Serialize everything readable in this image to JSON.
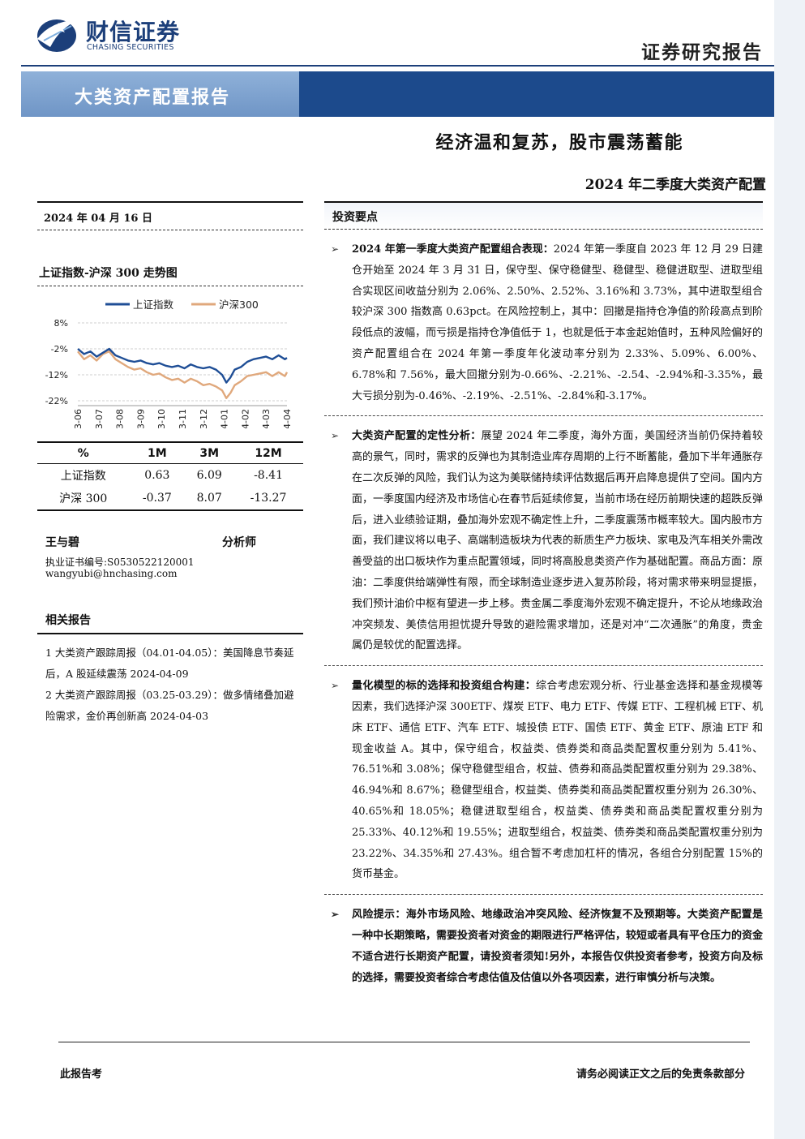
{
  "header": {
    "brand_cn": "财信证券",
    "brand_en": "CHASING SECURITIES",
    "report_type": "证券研究报告",
    "brand_color": "#1c3f7a"
  },
  "banner": {
    "text": "大类资产配置报告"
  },
  "titles": {
    "main": "经济温和复苏，股市震荡蓄能",
    "sub": "2024 年二季度大类资产配置"
  },
  "left": {
    "date": "2024 年 04 月 16 日",
    "chart_title": "上证指数-沪深 300 走势图",
    "table": {
      "headers": [
        "%",
        "1M",
        "3M",
        "12M"
      ],
      "rows": [
        [
          "上证指数",
          "0.63",
          "6.09",
          "-8.41"
        ],
        [
          "沪深 300",
          "-0.37",
          "8.07",
          "-13.27"
        ]
      ]
    },
    "analyst": {
      "name": "王与碧",
      "title": "分析师",
      "cert": "执业证书编号:S0530522120001",
      "email": "wangyubi@hnchasing.com"
    },
    "related_title": "相关报告",
    "related": [
      "1 大类资产跟踪周报（04.01-04.05）：美国降息节奏延后，A 股延续震荡 2024-04-09",
      "2 大类资产跟踪周报（03.25-03.29）：做多情绪叠加避险需求，金价再创新高 2024-04-03"
    ]
  },
  "chart_data": {
    "type": "line",
    "title": "上证指数-沪深 300 走势图",
    "xlabel": "",
    "ylabel": "",
    "x_ticks": [
      "2023-06",
      "2023-07",
      "2023-08",
      "2023-09",
      "2023-10",
      "2023-11",
      "2023-12",
      "2024-01",
      "2024-02",
      "2024-03",
      "2024-04"
    ],
    "y_ticks": [
      "8%",
      "-2%",
      "-12%",
      "-22%"
    ],
    "ylim": [
      -22,
      8
    ],
    "grid": true,
    "legend": "top",
    "colors": {
      "上证指数": "#1f4e96",
      "沪深300": "#e0a87c"
    },
    "series": [
      {
        "name": "上证指数",
        "x": [
          0,
          0.3,
          0.6,
          0.9,
          1.2,
          1.5,
          1.8,
          2.1,
          2.4,
          2.7,
          3.0,
          3.3,
          3.6,
          3.9,
          4.2,
          4.5,
          4.8,
          5.1,
          5.4,
          5.7,
          6.0,
          6.3,
          6.6,
          6.9,
          7.1,
          7.3,
          7.5,
          7.8,
          8.1,
          8.4,
          8.7,
          9.0,
          9.3,
          9.6,
          9.9,
          10.0
        ],
        "values": [
          -2.0,
          -4.0,
          -3.0,
          -5.0,
          -3.5,
          -2.0,
          -4.5,
          -5.5,
          -6.5,
          -7.0,
          -6.5,
          -7.5,
          -8.0,
          -7.5,
          -8.5,
          -9.0,
          -8.5,
          -9.5,
          -8.0,
          -9.0,
          -9.5,
          -9.0,
          -10.0,
          -12.0,
          -15.0,
          -13.0,
          -10.0,
          -9.0,
          -7.0,
          -6.0,
          -5.5,
          -5.0,
          -6.0,
          -4.5,
          -6.0,
          -5.5
        ]
      },
      {
        "name": "沪深300",
        "x": [
          0,
          0.3,
          0.6,
          0.9,
          1.2,
          1.5,
          1.8,
          2.1,
          2.4,
          2.7,
          3.0,
          3.3,
          3.6,
          3.9,
          4.2,
          4.5,
          4.8,
          5.1,
          5.4,
          5.7,
          6.0,
          6.3,
          6.6,
          6.9,
          7.1,
          7.3,
          7.5,
          7.8,
          8.1,
          8.4,
          8.7,
          9.0,
          9.3,
          9.6,
          9.9,
          10.0
        ],
        "values": [
          -3.0,
          -6.0,
          -4.5,
          -6.5,
          -4.0,
          -3.0,
          -6.0,
          -7.5,
          -9.0,
          -10.0,
          -9.5,
          -11.0,
          -12.0,
          -11.5,
          -13.0,
          -14.0,
          -13.5,
          -15.0,
          -13.5,
          -14.5,
          -16.0,
          -15.5,
          -16.5,
          -18.0,
          -21.0,
          -19.0,
          -16.0,
          -14.5,
          -12.5,
          -12.0,
          -11.5,
          -11.0,
          -12.5,
          -11.0,
          -12.5,
          -11.0
        ]
      }
    ]
  },
  "keypoints": {
    "title": "投资要点",
    "items": [
      {
        "lead": "2024 年第一季度大类资产配置组合表现：",
        "text": "2024 年第一季度自 2023 年 12 月 29 日建仓开始至 2024 年 3 月 31 日，保守型、保守稳健型、稳健型、稳健进取型、进取型组合实现区间收益分别为 2.06%、2.50%、2.52%、3.16%和 3.73%，其中进取型组合较沪深 300 指数高 0.63pct。在风险控制上，其中：回撤是指持仓净值的阶段高点到阶段低点的波幅，而亏损是指持仓净值低于 1，也就是低于本金起始值时，五种风险偏好的资产配置组合在 2024 年第一季度年化波动率分别为 2.33%、5.09%、6.00%、6.78%和 7.56%，最大回撤分别为-0.66%、-2.21%、-2.54、-2.94%和-3.35%，最大亏损分别为-0.46%、-2.19%、-2.51%、-2.84%和-3.17%。"
      },
      {
        "lead": "大类资产配置的定性分析：",
        "text": "展望 2024 年二季度，海外方面，美国经济当前仍保持着较高的景气，同时，需求的反弹也为其制造业库存周期的上行不断蓄能，叠加下半年通胀存在二次反弹的风险，我们认为这为美联储持续评估数据后再开启降息提供了空间。国内方面，一季度国内经济及市场信心在春节后延续修复，当前市场在经历前期快速的超跌反弹后，进入业绩验证期，叠加海外宏观不确定性上升，二季度震荡市概率较大。国内股市方面，我们建议将以电子、高端制造板块为代表的新质生产力板块、家电及汽车相关外需改善受益的出口板块作为重点配置领域，同时将高股息类资产作为基础配置。商品方面：原油：二季度供给端弹性有限，而全球制造业逐步进入复苏阶段，将对需求带来明显提振，我们预计油价中枢有望进一步上移。贵金属二季度海外宏观不确定提升，不论从地缘政治冲突频发、美债信用担忧提升导致的避险需求增加，还是对冲“二次通胀”的角度，贵金属仍是较优的配置选择。"
      },
      {
        "lead": "量化模型的标的选择和投资组合构建：",
        "text": "综合考虑宏观分析、行业基金选择和基金规模等因素，我们选择沪深 300ETF、煤炭 ETF、电力 ETF、传媒 ETF、工程机械 ETF、机床 ETF、通信 ETF、汽车 ETF、城投债 ETF、国债 ETF、黄金 ETF、原油 ETF 和现金收益 A。其中，保守组合，权益类、债券类和商品类配置权重分别为 5.41%、76.51%和 3.08%；保守稳健型组合，权益、债券和商品类配置权重分别为 29.38%、46.94%和 8.67%；稳健型组合，权益类、债券类和商品类配置权重分别为 26.30%、40.65%和 18.05%；稳健进取型组合，权益类、债券类和商品类配置权重分别为 25.33%、40.12%和 19.55%；进取型组合，权益类、债券类和商品类配置权重分别为 23.22%、34.35%和 27.43%。组合暂不考虑加杠杆的情况，各组合分别配置 15%的货币基金。"
      },
      {
        "lead": "风险提示：",
        "text": "海外市场风险、地缘政治冲突风险、经济恢复不及预期等。大类资产配置是一种中长期策略，需要投资者对资金的期限进行严格评估，较短或者具有平仓压力的资金不适合进行长期资产配置，请投资者须知!另外，本报告仅供投资者参考，投资方向及标的选择，需要投资者综合考虑估值及估值以外各项因素，进行审慎分析与决策。"
      }
    ]
  },
  "footer": {
    "left": "此报告考",
    "right": "请务必阅读正文之后的免责条款部分"
  }
}
